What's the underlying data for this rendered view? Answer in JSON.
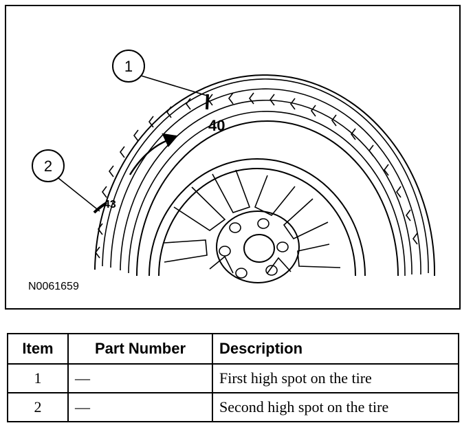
{
  "figure": {
    "id": "N0061659",
    "callouts": [
      "1",
      "2"
    ],
    "tire_marks": [
      "40",
      "43"
    ]
  },
  "table": {
    "headers": [
      "Item",
      "Part Number",
      "Description"
    ],
    "rows": [
      {
        "item": "1",
        "part": "—",
        "description": "First high spot on the tire"
      },
      {
        "item": "2",
        "part": "—",
        "description": "Second high spot on the tire"
      }
    ]
  }
}
